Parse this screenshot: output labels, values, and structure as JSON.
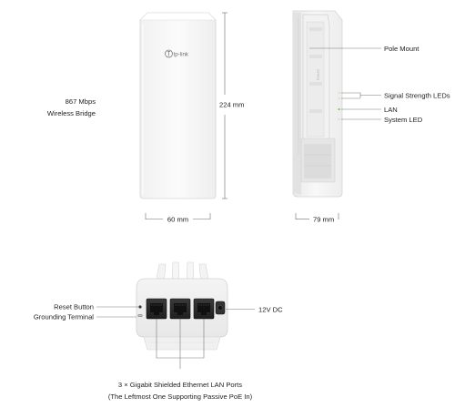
{
  "front_view": {
    "brand_logo": "tp-link",
    "speed_label": "867 Mbps",
    "product_label": "Wireless Bridge",
    "height_dim": "224 mm",
    "width_dim": "60 mm"
  },
  "side_view": {
    "depth_dim": "79 mm",
    "callouts": {
      "pole_mount": "Pole Mount",
      "signal_leds": "Signal Strength LEDs",
      "lan": "LAN",
      "system_led": "System LED"
    }
  },
  "bottom_view": {
    "callouts": {
      "reset_button": "Reset Button",
      "grounding_terminal": "Grounding Terminal",
      "power_dc": "12V DC"
    },
    "ports_caption_line1": "3 × Gigabit Shielded Ethernet LAN Ports",
    "ports_caption_line2": "(The Leftmost One Supporting Passive PoE In)"
  },
  "colors": {
    "device_body": "#f7f7f7",
    "outline": "#d8d8d8",
    "lan_led": "#7ccf5a",
    "port_dark": "#2b2b2b",
    "leader_line": "#7a7a7a"
  }
}
